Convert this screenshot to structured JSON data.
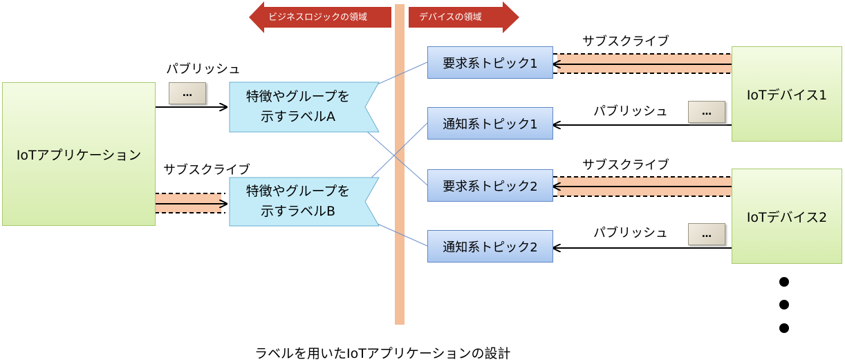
{
  "regions": {
    "business": "ビジネスロジックの領域",
    "device": "デバイスの領域"
  },
  "app": {
    "label": "IoTアプリケーション"
  },
  "labels": [
    {
      "line1": "特徴やグループを",
      "line2": "示すラベルA"
    },
    {
      "line1": "特徴やグループを",
      "line2": "示すラベルB"
    }
  ],
  "topics": [
    "要求系トピック1",
    "通知系トピック1",
    "要求系トピック2",
    "通知系トピック2"
  ],
  "devices": [
    "IoTデバイス1",
    "IoTデバイス2"
  ],
  "arrows": {
    "app_publish": "パブリッシュ",
    "app_subscribe": "サブスクライブ",
    "dev1_subscribe": "サブスクライブ",
    "dev1_publish": "パブリッシュ",
    "dev2_subscribe": "サブスクライブ",
    "dev2_publish": "パブリッシュ"
  },
  "message_icon": "…",
  "caption": "ラベルを用いたIoTアプリケーションの設計",
  "colors": {
    "divider": "#f3be98",
    "region_arrow": "#c0392b",
    "subscribe_band": "#f8c8a8"
  }
}
